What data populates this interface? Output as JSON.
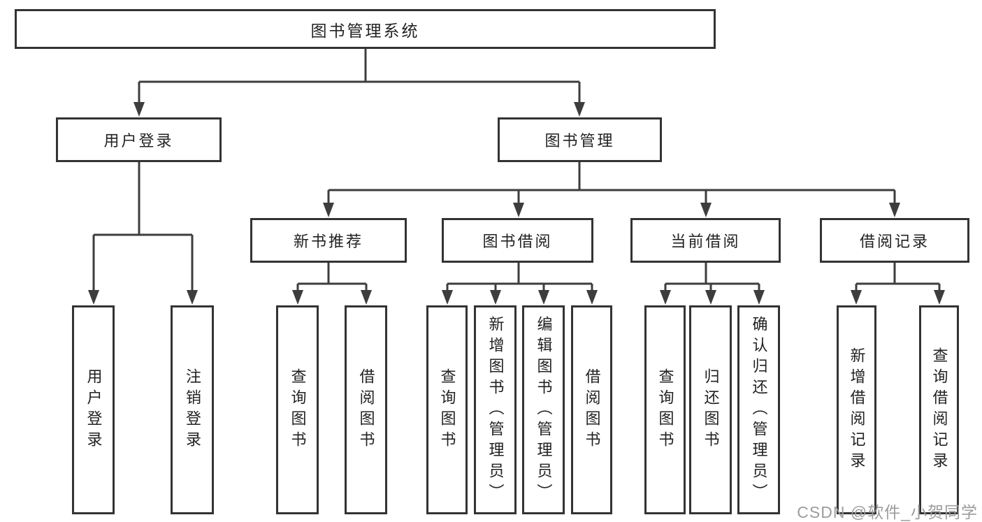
{
  "diagram": {
    "title": "图书管理系统",
    "modules": [
      {
        "label": "用户登录",
        "children": [
          {
            "label": "用户登录"
          },
          {
            "label": "注销登录"
          }
        ]
      },
      {
        "label": "图书管理",
        "submodules": [
          {
            "label": "新书推荐",
            "children": [
              {
                "label": "查询图书"
              },
              {
                "label": "借阅图书"
              }
            ]
          },
          {
            "label": "图书借阅",
            "children": [
              {
                "label": "查询图书"
              },
              {
                "label": "新增图书（管理员）"
              },
              {
                "label": "编辑图书（管理员）"
              },
              {
                "label": "借阅图书"
              }
            ]
          },
          {
            "label": "当前借阅",
            "children": [
              {
                "label": "查询图书"
              },
              {
                "label": "归还图书"
              },
              {
                "label": "确认归还（管理员）"
              }
            ]
          },
          {
            "label": "借阅记录",
            "children": [
              {
                "label": "新增借阅记录"
              },
              {
                "label": "查询借阅记录"
              }
            ]
          }
        ]
      }
    ]
  },
  "watermark": {
    "text": "CSDN @软件_小贺同学"
  },
  "colors": {
    "line": "#3d3d3d",
    "box_border": "#333333",
    "text": "#222222",
    "watermark": "#9c9c9c",
    "background": "#ffffff"
  }
}
